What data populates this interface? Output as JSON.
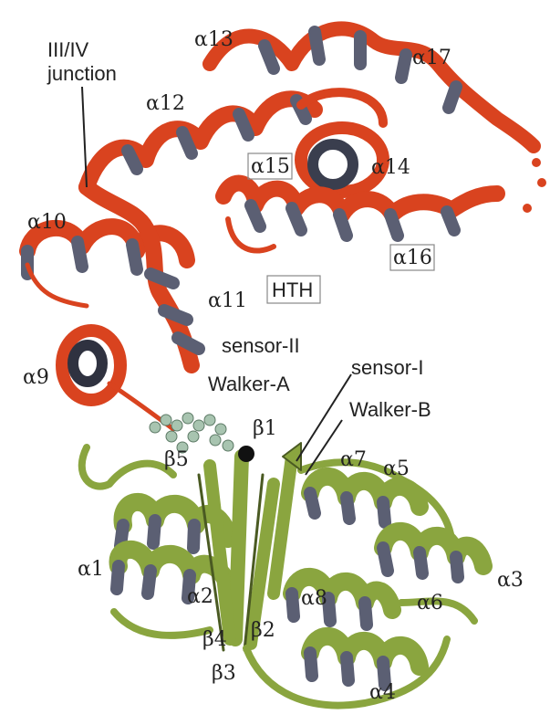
{
  "colors": {
    "helix_red": "#d9431f",
    "helix_shadow": "#5b5f73",
    "strand_green": "#8aa53f",
    "strand_dark": "#4a5a22",
    "atp_sphere": "#a8c4b0",
    "label": "#222222"
  },
  "labels": {
    "junction_line1": "III/IV",
    "junction_line2": "junction",
    "a13": "α13",
    "a17": "α17",
    "a12": "α12",
    "a15": "α15",
    "a14": "α14",
    "a10": "α10",
    "a16": "α16",
    "hth": "HTH",
    "a11": "α11",
    "sensor2": "sensor-II",
    "a9": "α9",
    "walkerA": "Walker-A",
    "sensor1": "sensor-I",
    "walkerB": "Walker-B",
    "b1": "β1",
    "b5": "β5",
    "a7": "α7",
    "a5": "α5",
    "a1": "α1",
    "a3": "α3",
    "a2": "α2",
    "a8": "α8",
    "a6": "α6",
    "b4": "β4",
    "b2": "β2",
    "b3": "β3",
    "a4": "α4"
  }
}
